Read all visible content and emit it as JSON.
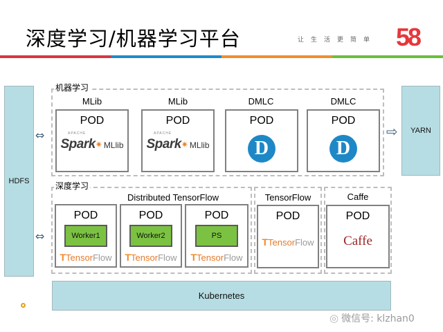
{
  "header": {
    "title": "深度学习/机器学习平台",
    "slogan": "让生活更简单",
    "logo_text": "58",
    "color_bar": [
      "#d9363e",
      "#1e8bcb",
      "#ef8f2a",
      "#6abf3a"
    ]
  },
  "storage": {
    "hdfs": "HDFS",
    "yarn": "YARN"
  },
  "orchestrator": {
    "label": "Kubernetes"
  },
  "machine_learning": {
    "group_label": "机器学习",
    "columns": [
      {
        "label": "MLib",
        "pod": "POD",
        "logo": "Spark",
        "logo_suffix": "MLlib",
        "logo_tag": "APACHE"
      },
      {
        "label": "MLib",
        "pod": "POD",
        "logo": "Spark",
        "logo_suffix": "MLlib",
        "logo_tag": "APACHE"
      },
      {
        "label": "DMLC",
        "pod": "POD",
        "logo": "D"
      },
      {
        "label": "DMLC",
        "pod": "POD",
        "logo": "D"
      }
    ]
  },
  "deep_learning": {
    "group_label": "深度学习",
    "distributed": {
      "label": "Distributed  TensorFlow",
      "pods": [
        {
          "pod": "POD",
          "role": "Worker1",
          "logo_a": "Tensor",
          "logo_b": "Flow"
        },
        {
          "pod": "POD",
          "role": "Worker2",
          "logo_a": "Tensor",
          "logo_b": "Flow"
        },
        {
          "pod": "POD",
          "role": "PS",
          "logo_a": "Tensor",
          "logo_b": "Flow"
        }
      ]
    },
    "tensorflow": {
      "label": "TensorFlow",
      "pod": "POD",
      "logo_a": "Tensor",
      "logo_b": "Flow"
    },
    "caffe": {
      "label": "Caffe",
      "pod": "POD",
      "logo": "Caffe"
    }
  },
  "watermark": {
    "text": "微信号: klzhan0"
  },
  "icons": {
    "double_arrow": "⇔",
    "right_arrow": "⇨",
    "spark_star": "✷",
    "tf_icon": "T",
    "wechat": "◎"
  }
}
